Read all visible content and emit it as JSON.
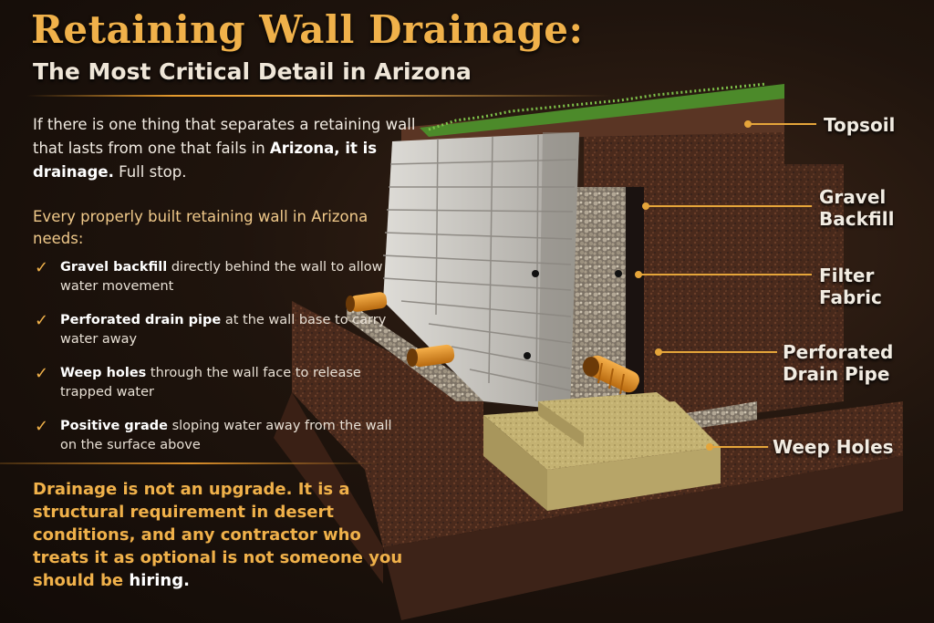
{
  "header": {
    "title": "Retaining Wall Drainage:",
    "subtitle": "The Most Critical Detail in Arizona"
  },
  "intro": {
    "part1": "If there is one thing that separates a retaining wall that lasts from one that fails in ",
    "bold": "Arizona, it is drainage.",
    "part2": " Full stop."
  },
  "needs_heading": "Every properly built retaining wall in Arizona needs:",
  "checklist": [
    {
      "bold": "Gravel backfill",
      "text": " directly behind the wall to allow water movement"
    },
    {
      "bold": "Perforated drain pipe",
      "text": " at the wall base to carry water away"
    },
    {
      "bold": "Weep holes",
      "text": " through the wall face to release trapped water"
    },
    {
      "bold": "Positive grade",
      "text": " sloping water away from the wall on the surface above"
    }
  ],
  "check_mark": "✓",
  "closing": {
    "text": "Drainage is not an upgrade. It is a structural requirement in desert conditions, and any contractor who treats it as optional is not someone you should be ",
    "emph": "hiring."
  },
  "labels": {
    "topsoil": "Topsoil",
    "gravel_1": "Gravel",
    "gravel_2": "Backfill",
    "filter_1": "Filter",
    "filter_2": "Fabric",
    "pipe_1": "Perforated",
    "pipe_2": "Drain Pipe",
    "weep": "Weep Holes"
  },
  "colors": {
    "accent": "#f0b14a",
    "leader": "#e5a53a",
    "soil": "#4a2a1c",
    "block": "#c9c7c2",
    "gravel": "#a69b8c",
    "footing": "#c9b878",
    "pipe": "#e08a1c",
    "grass": "#4c8a2a"
  }
}
